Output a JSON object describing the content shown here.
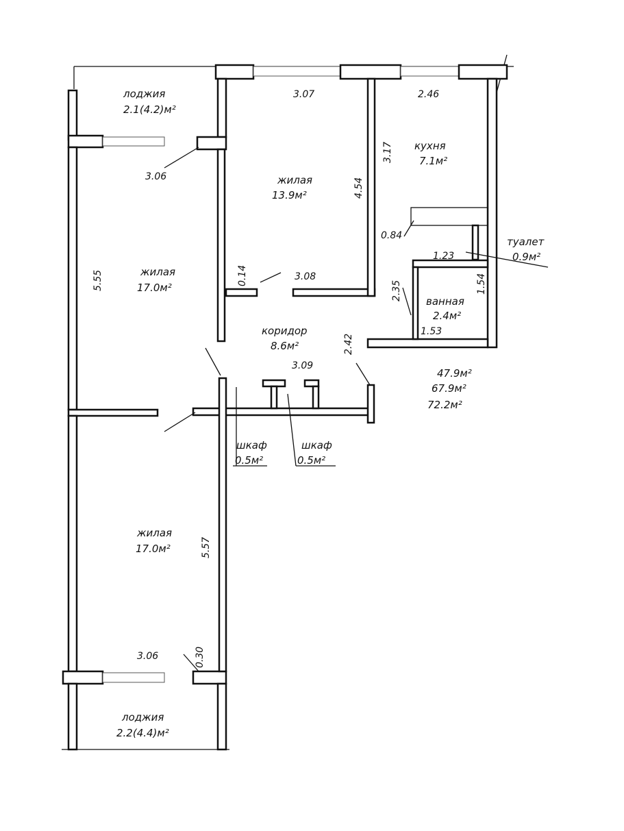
{
  "plan": {
    "rooms": {
      "loggia_top": {
        "name": "лоджия",
        "area": "2.1(4.2)м²"
      },
      "living_top": {
        "name": "жилая",
        "area": "13.9м²"
      },
      "kitchen": {
        "name": "кухня",
        "area": "7.1м²"
      },
      "living_left": {
        "name": "жилая",
        "area": "17.0м²"
      },
      "toilet": {
        "name": "туалет",
        "area": "0.9м²"
      },
      "bath": {
        "name": "ванная",
        "area": "2.4м²"
      },
      "corridor": {
        "name": "коридор",
        "area": "8.6м²"
      },
      "closet1": {
        "name": "шкаф",
        "area": "0.5м²"
      },
      "closet2": {
        "name": "шкаф",
        "area": "0.5м²"
      },
      "living_bottom": {
        "name": "жилая",
        "area": "17.0м²"
      },
      "loggia_bottom": {
        "name": "лоджия",
        "area": "2.2(4.4)м²"
      }
    },
    "dimensions": [
      "3.07",
      "2.46",
      "3.17",
      "4.54",
      "3.06",
      "5.55",
      "0.84",
      "1.23",
      "0.14",
      "3.08",
      "2.35",
      "1.54",
      "1.53",
      "3.09",
      "2.42",
      "5.57",
      "3.06",
      "0.30"
    ],
    "totals": [
      "47.9м²",
      "67.9м²",
      "72.2м²"
    ]
  }
}
